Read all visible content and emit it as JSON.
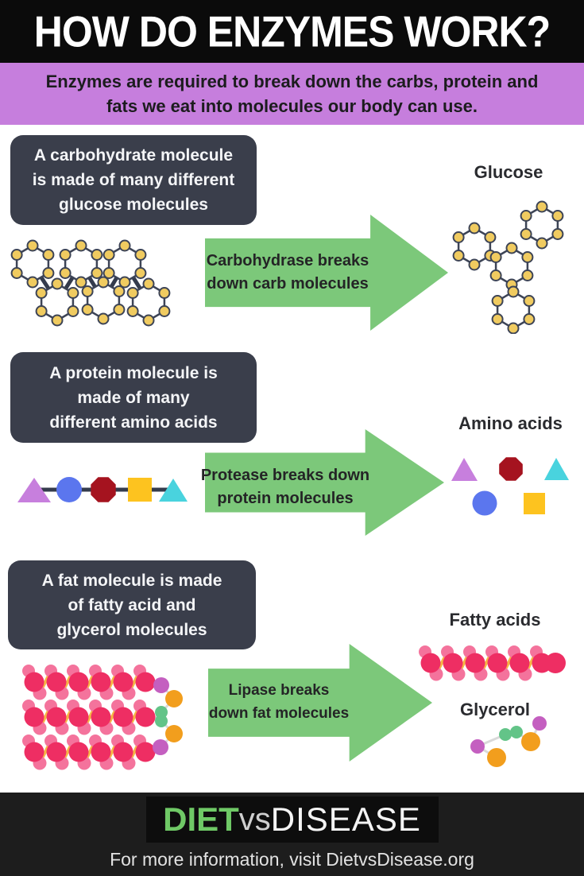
{
  "colors": {
    "header_bg": "#0b0b0b",
    "intro_bg": "#c67edd",
    "intro_text": "#1c1c1e",
    "box_bg": "#3a3e4b",
    "box_text": "#f4f5f7",
    "arrow_green": "#7cc87a",
    "arrow_text": "#242426",
    "label_text": "#2a2b2f",
    "mol_stroke": "#3d4456",
    "glucose_dot": "#f0cb60",
    "chain_link": "#343b4c",
    "amino_purple": "#c77fdd",
    "amino_blue": "#5b76ee",
    "amino_red": "#a5131f",
    "amino_yellow": "#fdc31f",
    "amino_cyan": "#49d3de",
    "fat_big": "#ee2e63",
    "fat_small": "#f4739c",
    "fat_bond": "#f7b844",
    "gly_purple": "#c45fc0",
    "gly_green": "#63c488",
    "gly_orange": "#f29e1d",
    "bond_gray": "#d9d9d9",
    "footer_bg": "#1d1d1d",
    "logo_box_bg": "#0d0d0d",
    "logo_green": "#6fc966",
    "logo_gray": "#cfcfcf",
    "logo_white": "#f4f4f4",
    "tagline_text": "#e3e3e3"
  },
  "header": {
    "title": "HOW DO ENZYMES WORK?"
  },
  "intro": {
    "lines": [
      "Enzymes are required to break down the carbs, protein and",
      "fats we eat into molecules our body can use."
    ]
  },
  "sections": [
    {
      "name": "carbohydrates",
      "box_lines": [
        "A carbohydrate molecule",
        "is made of many different",
        "glucose molecules"
      ],
      "arrow_lines": [
        "Carbohydrase breaks",
        "down carb molecules"
      ],
      "result_label": "Glucose"
    },
    {
      "name": "protein",
      "box_lines": [
        "A protein molecule is",
        "made of many",
        "different amino acids"
      ],
      "arrow_lines": [
        "Protease breaks down",
        "protein molecules"
      ],
      "result_label": "Amino acids"
    },
    {
      "name": "fat",
      "box_lines": [
        "A fat molecule is made",
        "of fatty acid and",
        "glycerol molecules"
      ],
      "arrow_lines": [
        "Lipase breaks",
        "down fat molecules"
      ],
      "result_labels": [
        "Fatty acids",
        "Glycerol"
      ]
    }
  ],
  "footer": {
    "logo": {
      "diet": "DIET",
      "vs": "vs",
      "disease": "DISEASE"
    },
    "tagline": "For more information, visit DietvsDisease.org"
  }
}
